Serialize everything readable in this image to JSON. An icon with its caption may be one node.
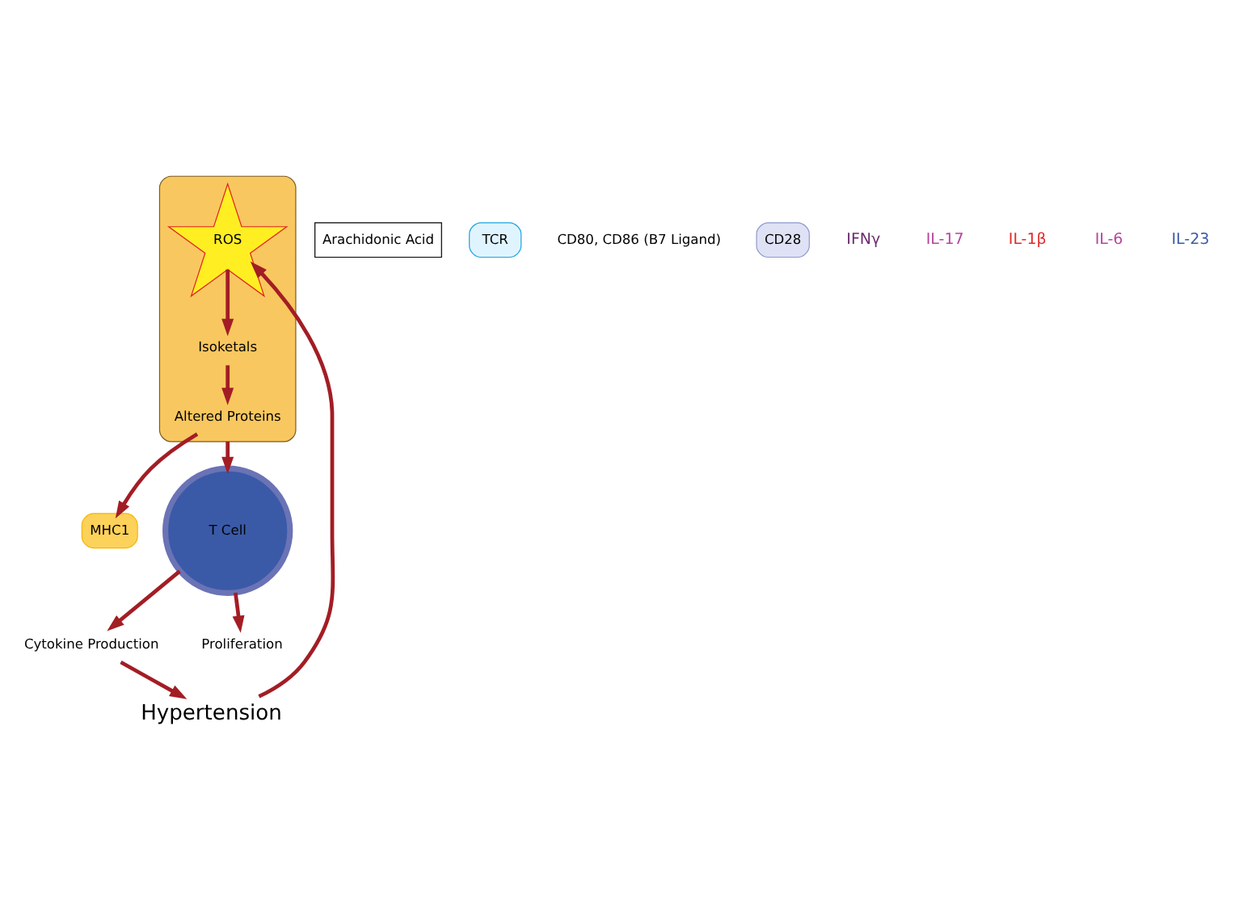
{
  "diagram": {
    "nodes": [
      {
        "text": [
          "Hypertension"
        ]
      },
      {
        "text": [],
        "shape": "picture"
      },
      {
        "text": [
          "ROS"
        ],
        "in": 1
      },
      {
        "text": [
          "Arachidonic Acid"
        ]
      },
      {
        "text": [
          "Isoketals"
        ],
        "in": 1
      },
      {
        "text": [
          "Altered Proteins"
        ],
        "in": 1
      },
      {
        "text": [
          "MHC1"
        ]
      },
      {
        "text": [
          "TCR"
        ]
      },
      {
        "text": [
          "CD80, CD86 (B7 Ligand)"
        ]
      },
      {
        "text": [
          "CD28"
        ]
      },
      {
        "text": [
          "T Cell"
        ]
      },
      {
        "text": [
          "Cytokine Production"
        ]
      },
      {
        "text": [
          "Proliferation"
        ]
      }
    ],
    "edges": [
      {
        "from": 0,
        "to": 2,
        "arrow": "to"
      },
      {
        "from": 2,
        "to": 4,
        "arrow": "to"
      },
      {
        "from": 4,
        "to": 5,
        "arrow": "to"
      },
      {
        "from": 5,
        "to": 6,
        "arrow": "to"
      },
      {
        "from": 1,
        "to": 10,
        "arrow": "to"
      },
      {
        "from": 10,
        "to": 11,
        "arrow": "to"
      },
      {
        "from": 11,
        "to": 0,
        "arrow": "to"
      },
      {
        "from": 10,
        "to": 12,
        "arrow": "to"
      }
    ],
    "labels": [
      "IFNγ",
      "IL-17",
      "IL-1β",
      "IL-6",
      "IL-23"
    ]
  }
}
